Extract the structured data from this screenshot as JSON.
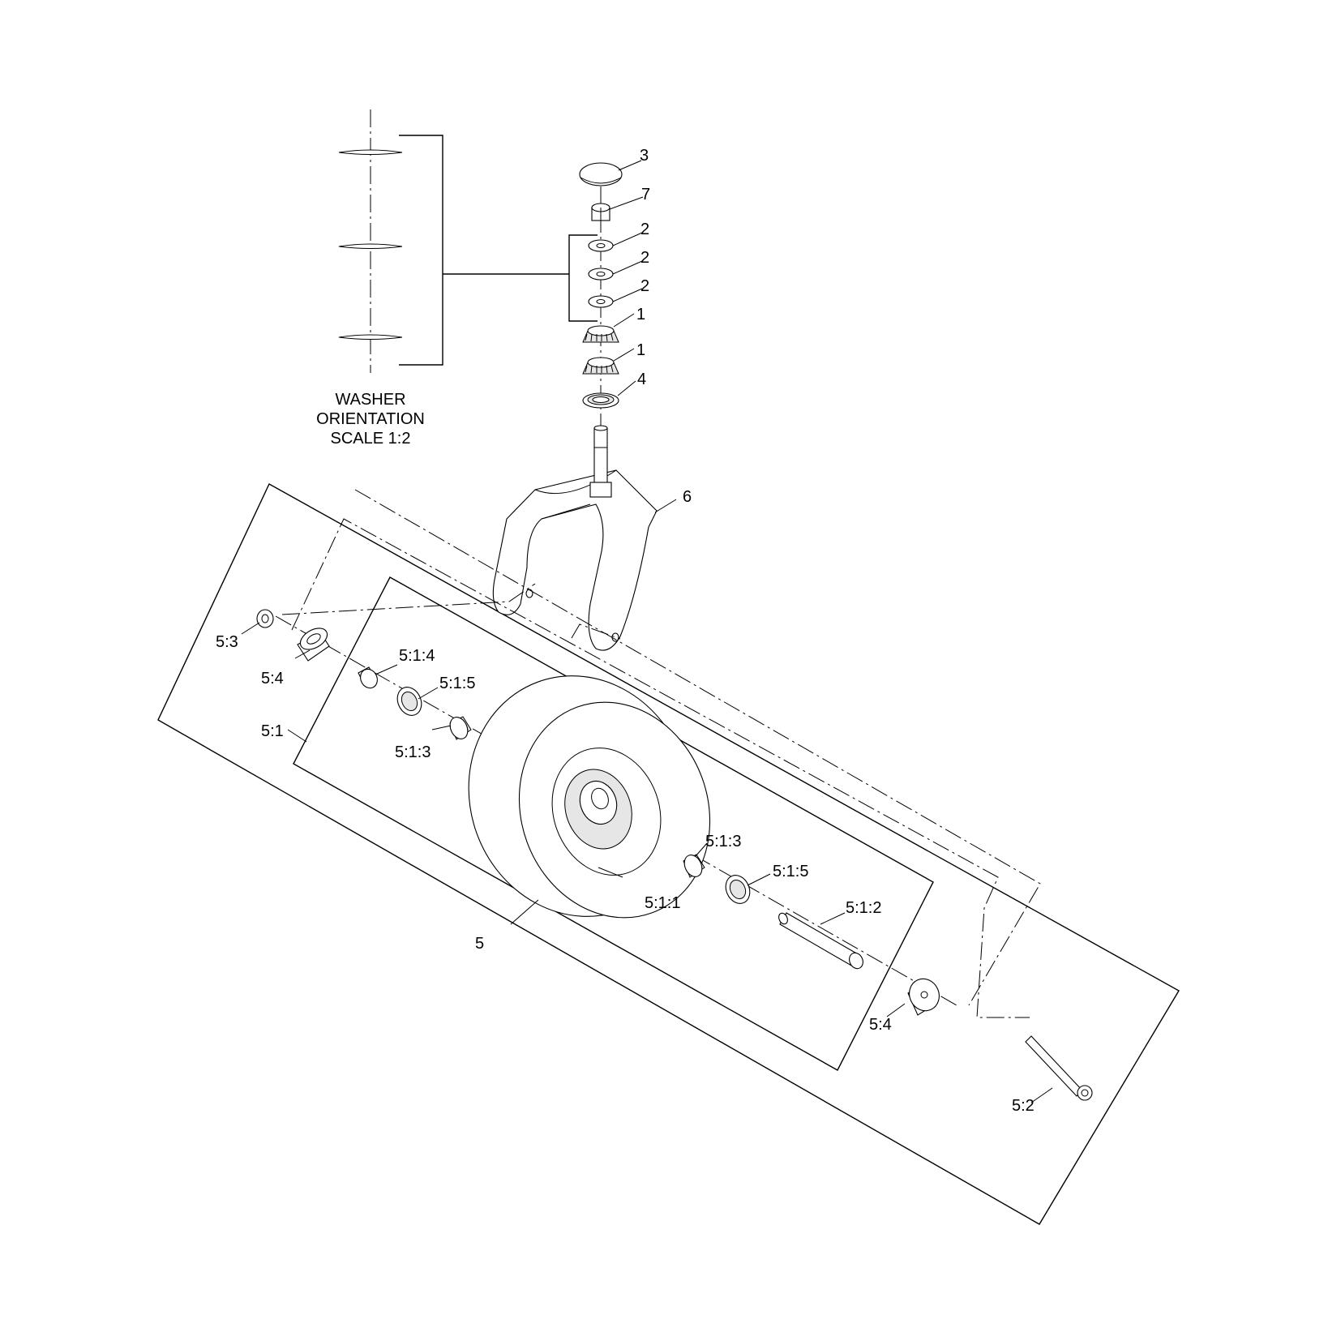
{
  "note": {
    "line1": "WASHER",
    "line2": "ORIENTATION",
    "line3": "SCALE 1:2"
  },
  "callouts": {
    "c3": "3",
    "c7": "7",
    "c2a": "2",
    "c2b": "2",
    "c2c": "2",
    "c1a": "1",
    "c1b": "1",
    "c4": "4",
    "c6": "6",
    "c5": "5",
    "c5_1": "5:1",
    "c5_2": "5:2",
    "c5_3": "5:3",
    "c5_4a": "5:4",
    "c5_4b": "5:4",
    "c5_1_1": "5:1:1",
    "c5_1_2": "5:1:2",
    "c5_1_3a": "5:1:3",
    "c5_1_3b": "5:1:3",
    "c5_1_4": "5:1:4",
    "c5_1_5a": "5:1:5",
    "c5_1_5b": "5:1:5"
  }
}
